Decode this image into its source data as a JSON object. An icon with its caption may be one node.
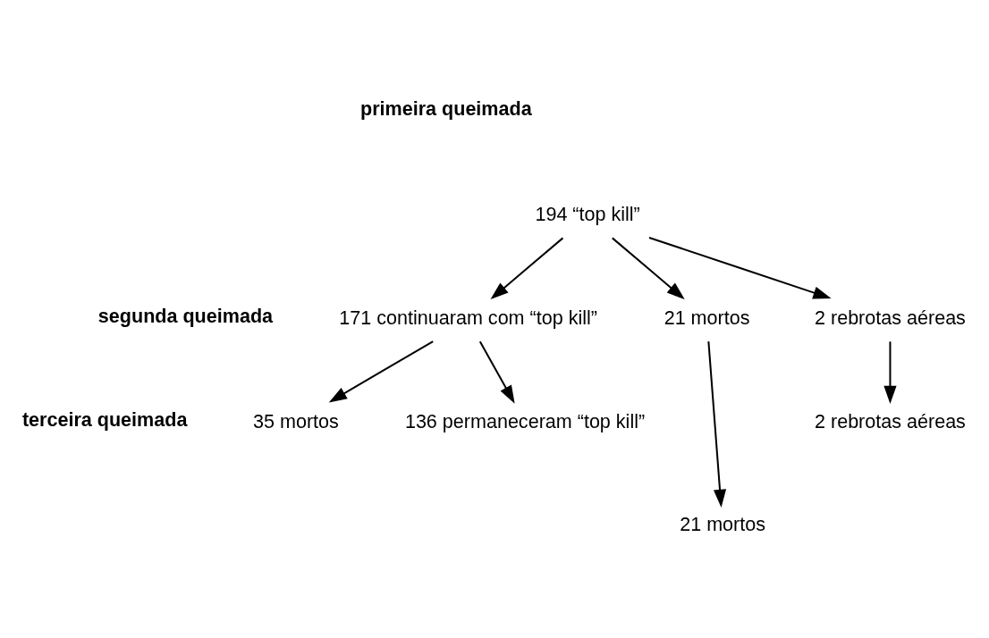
{
  "diagram": {
    "nodes": [
      {
        "text": [
          "194 “top kill”"
        ]
      },
      {
        "text": [
          "171 continuaram com “top kill”"
        ]
      },
      {
        "text": [
          "21 mortos"
        ]
      },
      {
        "text": [
          "2 rebrotas aéreas"
        ]
      },
      {
        "text": [
          "35 mortos"
        ]
      },
      {
        "text": [
          "136 permaneceram “top kill”"
        ]
      },
      {
        "text": [
          "2 rebrotas aéreas"
        ]
      },
      {
        "text": [
          "21 mortos"
        ]
      }
    ],
    "edges": [
      {
        "from": 0,
        "to": 1,
        "arrow": "to"
      },
      {
        "from": 0,
        "to": 2,
        "arrow": "to"
      },
      {
        "from": 0,
        "to": 3,
        "arrow": "to"
      },
      {
        "from": 1,
        "to": 4,
        "arrow": "to"
      },
      {
        "from": 1,
        "to": 5,
        "arrow": "to"
      },
      {
        "from": 2,
        "to": 7,
        "arrow": "to"
      },
      {
        "from": 3,
        "to": 6,
        "arrow": "to"
      }
    ],
    "labels": [
      "primeira queimada",
      "segunda queimada",
      "terceira queimada"
    ]
  }
}
